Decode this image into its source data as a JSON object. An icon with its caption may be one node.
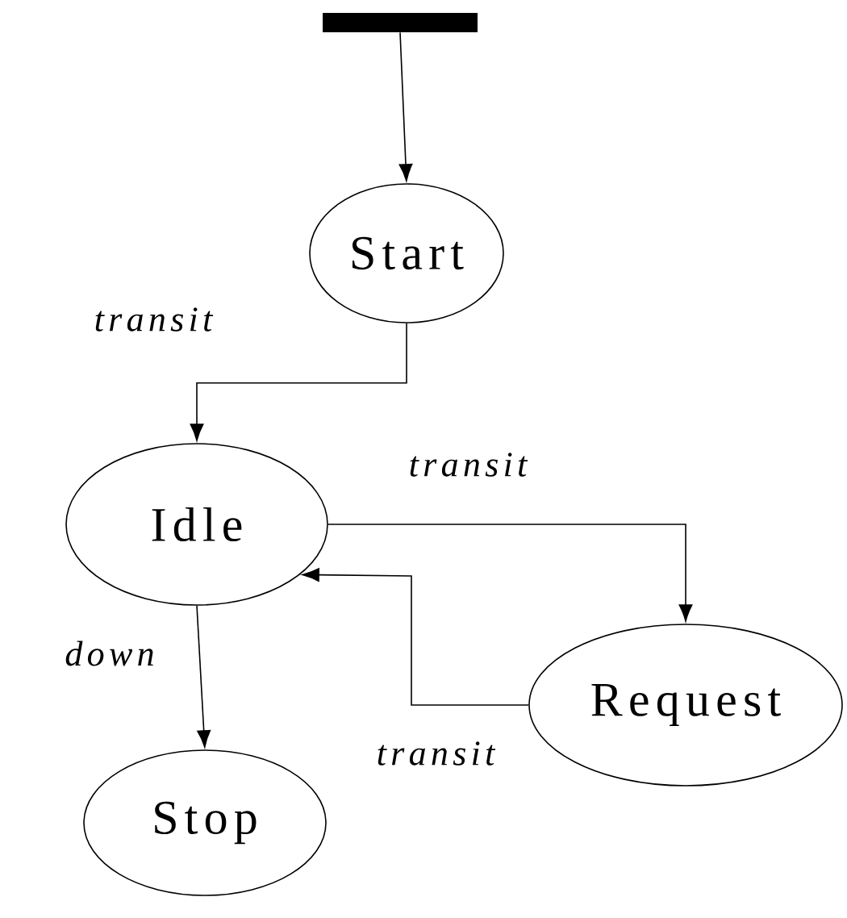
{
  "diagram": {
    "nodes": [
      {
        "text": [],
        "shape": "bar"
      },
      {
        "text": [
          "Start"
        ]
      },
      {
        "text": [
          "Idle"
        ]
      },
      {
        "text": [
          "Stop"
        ]
      },
      {
        "text": [
          "Request"
        ]
      }
    ],
    "edges": [
      {
        "from": 0,
        "to": 1,
        "arrow": "to"
      },
      {
        "from": 1,
        "to": 2,
        "arrow": "to",
        "label": "transit"
      },
      {
        "from": 2,
        "to": 4,
        "arrow": "to",
        "label": "transit"
      },
      {
        "from": 4,
        "to": 2,
        "arrow": "to",
        "label": "transit"
      },
      {
        "from": 2,
        "to": 3,
        "arrow": "to",
        "label": "down"
      }
    ]
  }
}
